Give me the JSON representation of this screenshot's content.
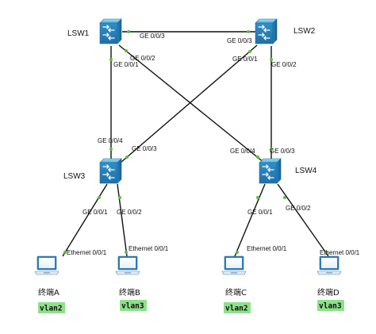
{
  "colors": {
    "link": "#111111",
    "port_dot": "#5bbf3a",
    "vlan_badge": "#8ee08a",
    "switch_face": "#3fa2d8",
    "pc_frame": "#3d93cf"
  },
  "switches": {
    "lsw1": {
      "name": "LSW1",
      "icon": "switch-icon"
    },
    "lsw2": {
      "name": "LSW2",
      "icon": "switch-icon"
    },
    "lsw3": {
      "name": "LSW3",
      "icon": "switch-icon"
    },
    "lsw4": {
      "name": "LSW4",
      "icon": "switch-icon"
    }
  },
  "terminals": {
    "a": {
      "name": "终端A",
      "vlan": "vlan2",
      "port": "Ethernet 0/0/1",
      "icon": "laptop-icon"
    },
    "b": {
      "name": "终端B",
      "vlan": "vlan3",
      "port": "Ethernet 0/0/1",
      "icon": "laptop-icon"
    },
    "c": {
      "name": "终端C",
      "vlan": "vlan2",
      "port": "Ethernet 0/0/1",
      "icon": "laptop-icon"
    },
    "d": {
      "name": "终端D",
      "vlan": "vlan3",
      "port": "Ethernet 0/0/1",
      "icon": "laptop-icon"
    }
  },
  "ports": {
    "lsw1_ge003": "GE 0/0/3",
    "lsw2_ge003": "GE 0/0/3",
    "lsw1_ge002": "GE 0/0/2",
    "lsw2_ge001": "GE 0/0/1",
    "lsw1_ge001": "GE 0/0/1",
    "lsw2_ge002": "GE 0/0/2",
    "lsw3_ge004": "GE 0/0/4",
    "lsw3_ge003": "GE 0/0/3",
    "lsw4_ge004": "GE 0/0/4",
    "lsw4_ge003": "GE 0/0/3",
    "lsw3_ge001": "GE 0/0/1",
    "lsw3_ge002": "GE 0/0/2",
    "lsw4_ge001": "GE 0/0/1",
    "lsw4_ge002": "GE 0/0/2"
  }
}
